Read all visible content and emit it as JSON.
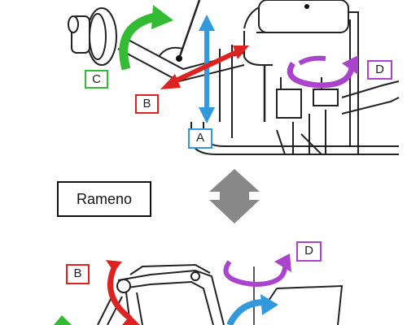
{
  "labels": {
    "a": "A",
    "b_top": "B",
    "c_top": "C",
    "d_top": "D",
    "b_bottom": "B",
    "d_bottom": "D"
  },
  "center_box": "Rameno",
  "colors": {
    "axis_a": "#3399dd",
    "axis_b": "#dd2222",
    "axis_c": "#33bb33",
    "axis_d": "#aa44cc",
    "swap_arrow": "#888888"
  }
}
